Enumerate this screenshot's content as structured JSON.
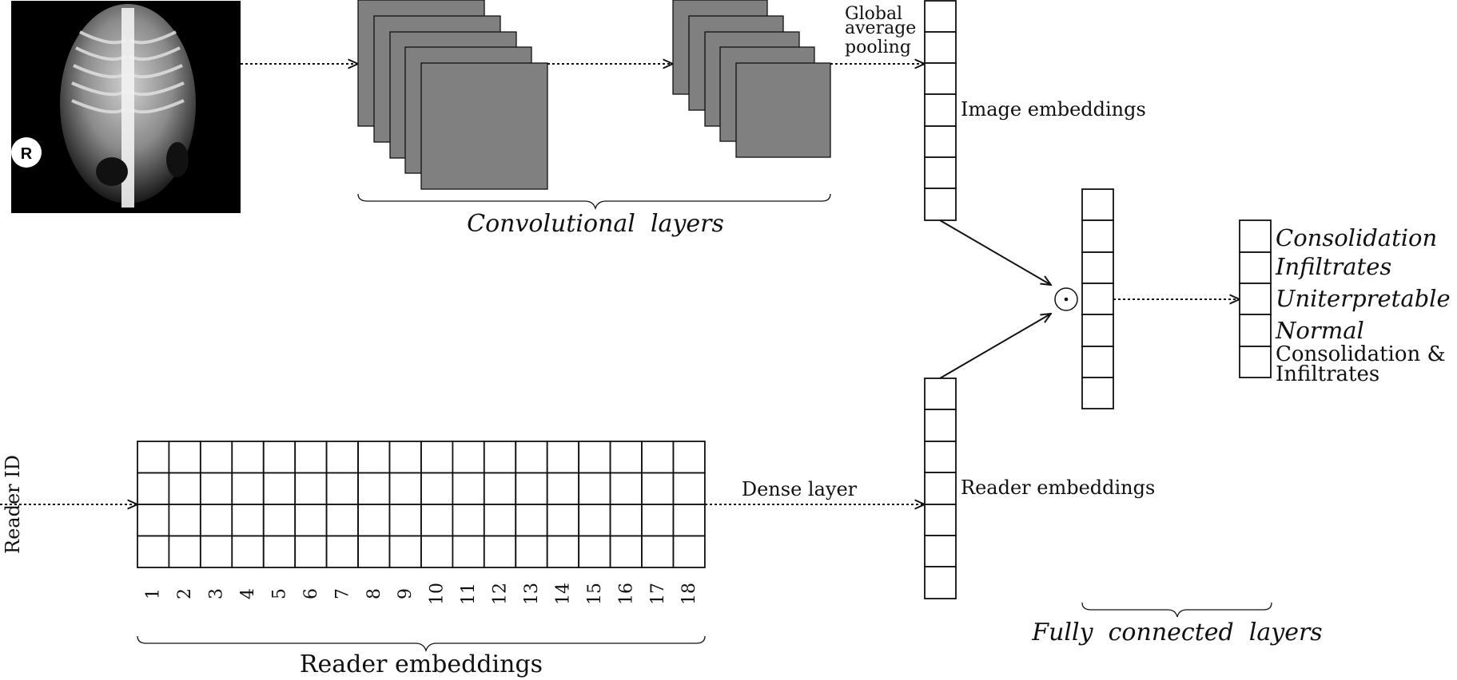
{
  "labels": {
    "global_pooling": [
      "Global",
      "average",
      "pooling"
    ],
    "image_embeddings": "Image embeddings",
    "convolutional_layers": "Convolutional  layers",
    "reader_id": "Reader ID",
    "dense_layer": "Dense layer",
    "reader_embeddings_side": "Reader embeddings",
    "reader_embeddings_bottom": "Reader embeddings",
    "fully_connected_layers": "Fully  connected  layers",
    "hadamard_symbol": "⊙"
  },
  "reader_ids": [
    "1",
    "2",
    "3",
    "4",
    "5",
    "6",
    "7",
    "8",
    "9",
    "10",
    "11",
    "12",
    "13",
    "14",
    "15",
    "16",
    "17",
    "18"
  ],
  "outputs": [
    {
      "label": "Consolidation",
      "italic": true
    },
    {
      "label": "Infiltrates",
      "italic": true
    },
    {
      "label": "Uniterpretable",
      "italic": true
    },
    {
      "label": "Normal",
      "italic": true
    },
    {
      "label": "Consolidation &",
      "italic": false
    },
    {
      "label": "Infiltrates",
      "italic": false
    }
  ],
  "colors": {
    "feature_map_fill": "#808080",
    "xray_background": "#000000",
    "line": "#111111"
  },
  "icons": {
    "xray": "chest-xray-image",
    "marker": "R-marker-icon"
  }
}
